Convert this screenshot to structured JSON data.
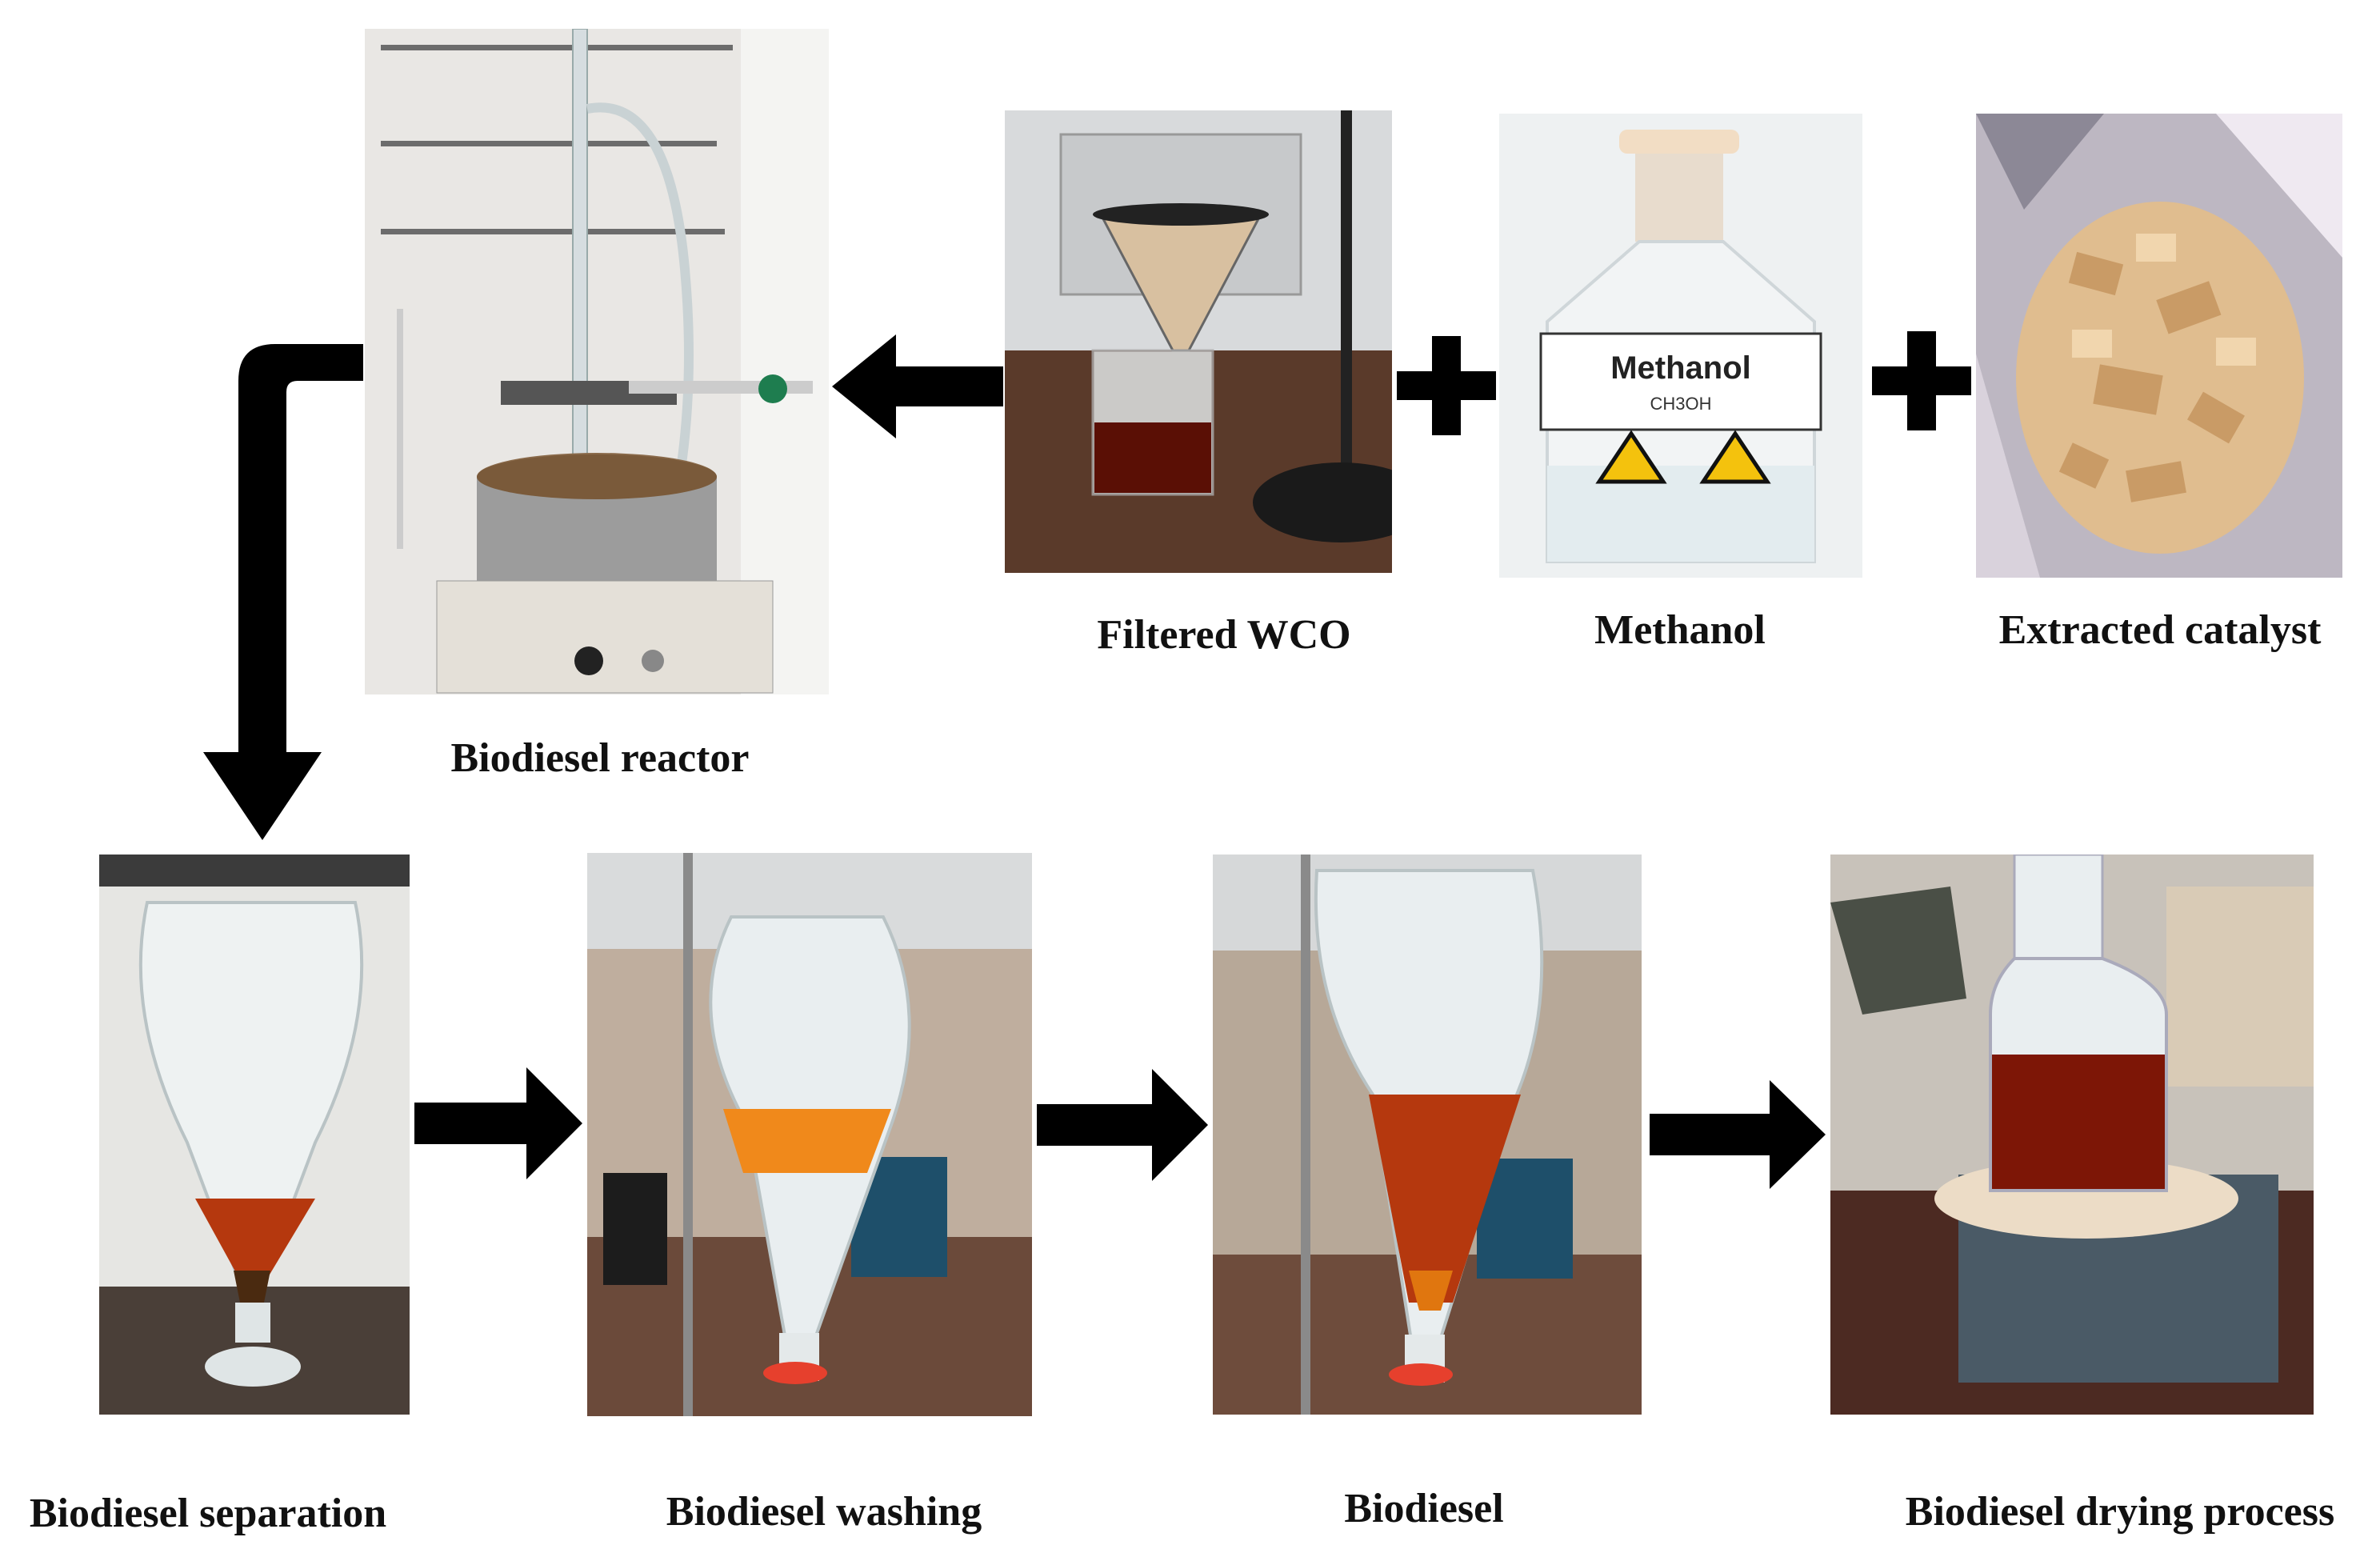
{
  "captions": {
    "reactor": "Biodiesel reactor",
    "wco": "Filtered WCO",
    "methanol": "Methanol",
    "catalyst": "Extracted catalyst",
    "separation": "Biodiesel separation",
    "washing": "Biodiesel washing",
    "biodiesel": "Biodiesel",
    "drying": "Biodiesel drying process"
  },
  "bottle_label": {
    "name": "Methanol",
    "formula": "CH3OH"
  },
  "colors": {
    "arrow": "#000000",
    "oil": "#8a1f05",
    "oil_light": "#e0760f",
    "glass": "#e8eef0"
  }
}
